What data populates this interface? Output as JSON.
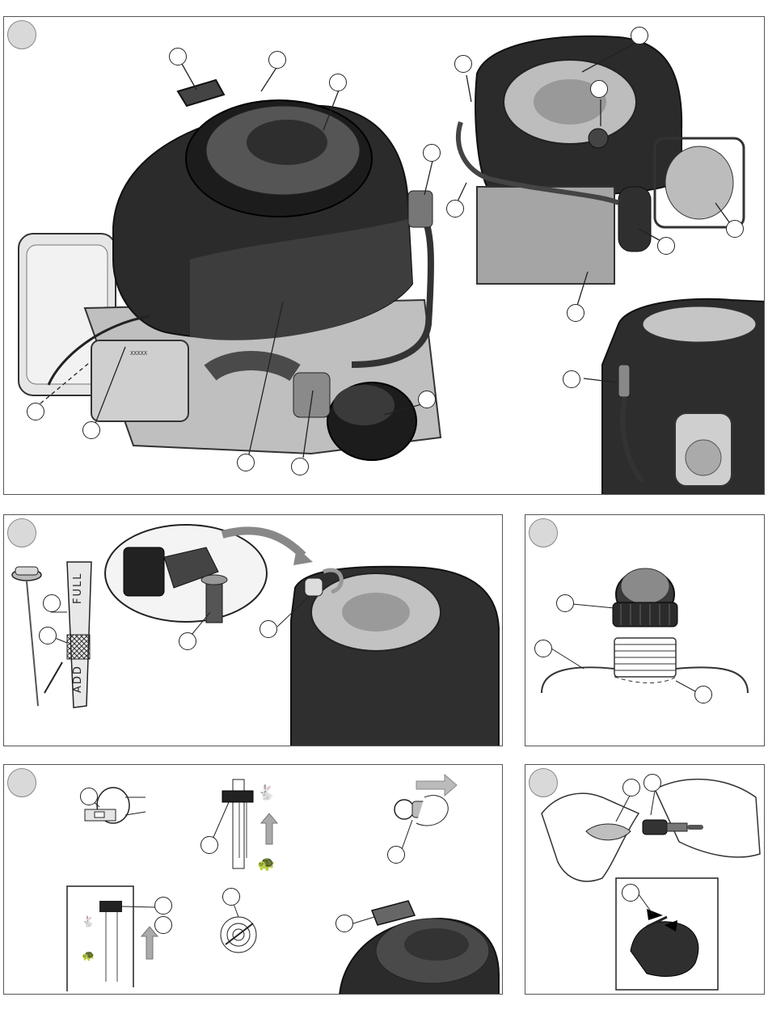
{
  "figure": {
    "dipstick_marks": {
      "full": "FULL",
      "add": "ADD"
    },
    "engine_tag": "XXXXX"
  },
  "icons": [
    "engine-overview-illustration",
    "dipstick-illustration",
    "oil-fill-illustration",
    "fuel-cap-illustration",
    "choke-illustration",
    "throttle-illustration",
    "primer-bulb-illustration",
    "starter-handle-illustration",
    "spark-plug-illustration",
    "fast-rabbit-icon",
    "slow-turtle-icon",
    "arrow-up-icon",
    "arrow-right-icon"
  ],
  "colors": {
    "panel_border": "#555555",
    "badge_fill": "#d9d9d9",
    "engine_dark": "#2b2b2b",
    "engine_mid": "#5a5a5a"
  }
}
